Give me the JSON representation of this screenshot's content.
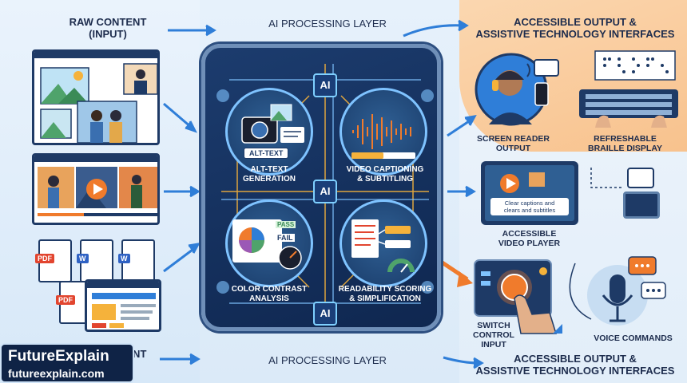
{
  "headers": {
    "raw_content_top": "RAW CONTENT\n(INPUT)",
    "ai_layer_top": "AI PROCESSING LAYER",
    "output_top": "ACCESSIBLE OUTPUT &\nASSISTIVE TECHNOLOGY INTERFACES",
    "raw_content_bottom": "RAW CONTENT\n(INPUT)",
    "ai_layer_bottom": "AI PROCESSING LAYER",
    "output_bottom": "ACCESSIBLE OUTPUT &\nASSISTIVE TECHNOLOGY INTERFACES"
  },
  "ai_nodes": {
    "chip_text": "AI",
    "alt_text": {
      "tag": "ALT-TEXT",
      "label": "ALT-TEXT\nGENERATION"
    },
    "captioning": {
      "label": "VIDEO CAPTIONING\n& SUBTITLING"
    },
    "contrast": {
      "label": "COLOR CONTRAST\nANALYSIS",
      "pass": "PASS",
      "fail": "FAIL"
    },
    "readability": {
      "label": "READABILITY SCORING\n& SIMPLIFICATION"
    }
  },
  "documents": {
    "pdf": "PDF",
    "word": "W"
  },
  "outputs": {
    "screen_reader": "SCREEN READER\nOUTPUT",
    "braille": "REFRESHABLE\nBRAILLE DISPLAY",
    "video_player": "ACCESSIBLE\nVIDEO PLAYER",
    "video_caption": "Clear captions and\nclears and subtitles",
    "switch": "SWITCH\nCONTROL\nINPUT",
    "voice": "VOICE COMMANDS"
  },
  "brand": {
    "name": "FutureExplain",
    "url": "futureexplain.com"
  },
  "colors": {
    "navy": "#1e3a66",
    "accent_orange": "#f07b2c",
    "accent_blue": "#2f7ed8",
    "glow": "#7fc3ff"
  }
}
